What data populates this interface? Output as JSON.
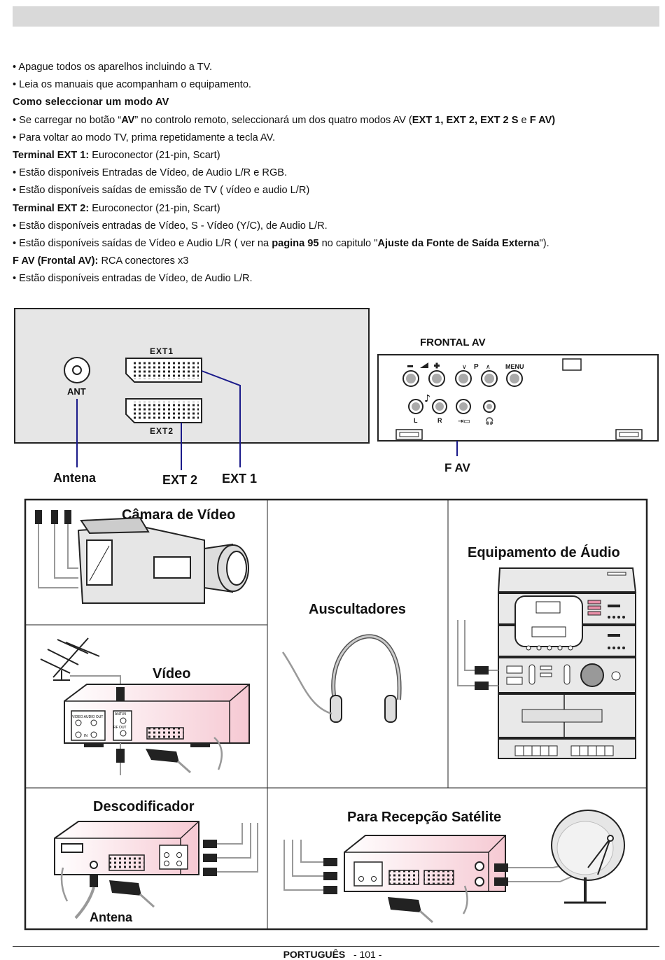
{
  "instructions": {
    "l1": "• Apague todos os aparelhos incluindo a TV.",
    "l2": "• Leia os manuais que acompanham o equipamento.",
    "heading": "Como seleccionar um modo AV",
    "l3a": "• Se carregar no botão “",
    "l3b": "AV",
    "l3c": "” no controlo remoto, seleccionará um dos quatro modos AV (",
    "l3d": "EXT 1, EXT 2, EXT 2 S",
    "l3e": " e ",
    "l3f": "F AV)",
    "l4": "• Para voltar ao modo TV, prima repetidamente a tecla AV.",
    "ext1_label": "Terminal EXT 1:",
    "ext1_desc": " Euroconector (21-pin, Scart)",
    "l5": "• Estão disponíveis Entradas de Vídeo, de Audio L/R e RGB.",
    "l6": "• Estão disponíveis saídas de emissão de TV ( vídeo e audio L/R)",
    "ext2_label": "Terminal EXT 2:",
    "ext2_desc": " Euroconector (21-pin, Scart)",
    "l7": "• Estão disponíveis entradas de Vídeo, S - Vídeo (Y/C), de Audio L/R.",
    "l8a": "• Estão disponíveis saídas de Vídeo e Audio L/R ( ver na ",
    "l8b": "pagina 95",
    "l8c": " no capitulo \"",
    "l8d": "Ajuste da Fonte de Saída Externa",
    "l8e": "\").",
    "fav_label": "F AV (Frontal AV):",
    "fav_desc": " RCA conectores x3",
    "l9": "• Estão disponíveis entradas de Vídeo, de Audio L/R."
  },
  "rear_panel": {
    "ant": "ANT",
    "ext1": "EXT1",
    "ext2": "EXT2",
    "callout_antena": "Antena",
    "callout_ext2": "EXT 2",
    "callout_ext1": "EXT 1"
  },
  "front_panel": {
    "title": "FRONTAL AV",
    "p": "P",
    "menu": "MENU",
    "l": "L",
    "r": "R",
    "callout": "F AV"
  },
  "devices": {
    "camera": "Câmara de Vídeo",
    "headphones": "Auscultadores",
    "audio": "Equipamento de Áudio",
    "video": "Vídeo",
    "video_out_label": "VIDEO AUDIO OUT",
    "video_in_label": "IN",
    "video_antin": "ANT.IN",
    "video_rfout": "RF OUT",
    "decoder": "Descodificador",
    "decoder_antena": "Antena",
    "satellite": "Para Recepção Satélite"
  },
  "footer": {
    "language": "PORTUGUÊS",
    "page": "- 101 -"
  }
}
